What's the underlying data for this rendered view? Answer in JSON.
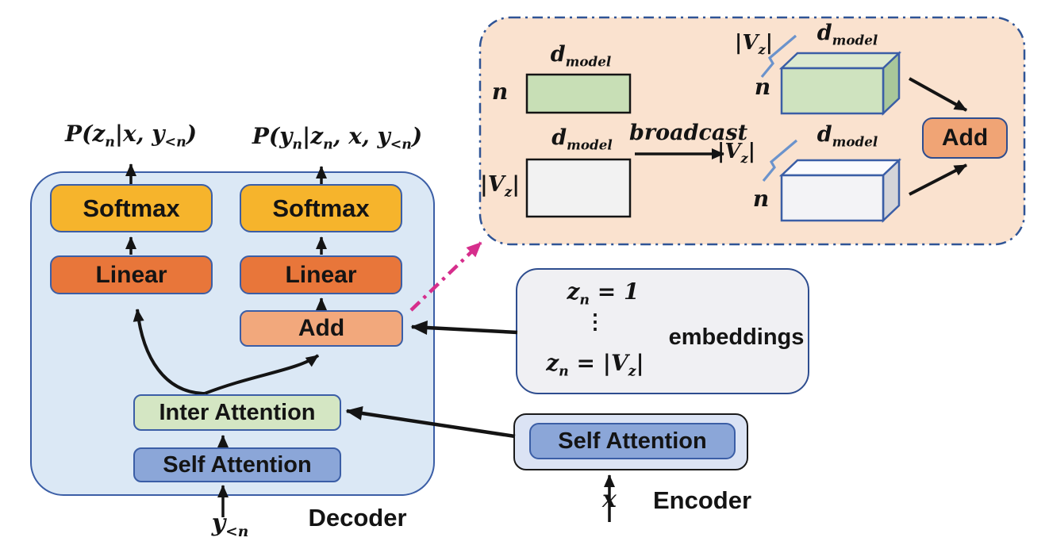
{
  "colors": {
    "decoder_fill": "#dbe8f5",
    "panel_border_blue": "#3b5ea6",
    "softmax_fill": "#f6b42c",
    "linear_fill": "#e8763a",
    "add_fill": "#f2a87c",
    "inter_attention_fill": "#d4e6c3",
    "self_attention_fill": "#8ba6d8",
    "embeddings_fill": "#f0f0f3",
    "encoder_fill": "#dbe3f4",
    "inset_fill": "#fae2cf",
    "inset_border": "#2f5496",
    "matrix_green_fill": "#c8dfb6",
    "matrix_white_fill": "#f2f2f2",
    "inset_add_fill": "#f0a475",
    "pink_arrow": "#d62e8c",
    "black_arrow": "#141414"
  },
  "decoder": {
    "label": "Decoder",
    "output_left": "P(z_{n}|x, y_{<n})",
    "output_right": "P(y_{n}|z_{n}, x, y_{<n})",
    "input": "y_{<n}",
    "boxes": {
      "softmax_left": "Softmax",
      "softmax_right": "Softmax",
      "linear_left": "Linear",
      "linear_right": "Linear",
      "add": "Add",
      "inter_attention": "Inter Attention",
      "self_attention": "Self Attention"
    }
  },
  "embeddings": {
    "line1": "z_{n} = 1",
    "dots": "⋮",
    "line2": "z_{n} = |V_{z}|",
    "label": "embeddings"
  },
  "encoder": {
    "label": "Encoder",
    "self_attention": "Self Attention",
    "input": "x"
  },
  "inset": {
    "matrix_green": {
      "rows": "n",
      "cols": "d_{model}"
    },
    "matrix_white": {
      "rows": "|V_{z}|",
      "cols": "d_{model}"
    },
    "broadcast_label": "broadcast",
    "tensor_green": {
      "depth": "|V_{z}|",
      "cols": "d_{model}",
      "rows": "n"
    },
    "tensor_white": {
      "depth": "|V_{z}|",
      "cols": "d_{model}",
      "rows": "n"
    },
    "add_label": "Add"
  }
}
